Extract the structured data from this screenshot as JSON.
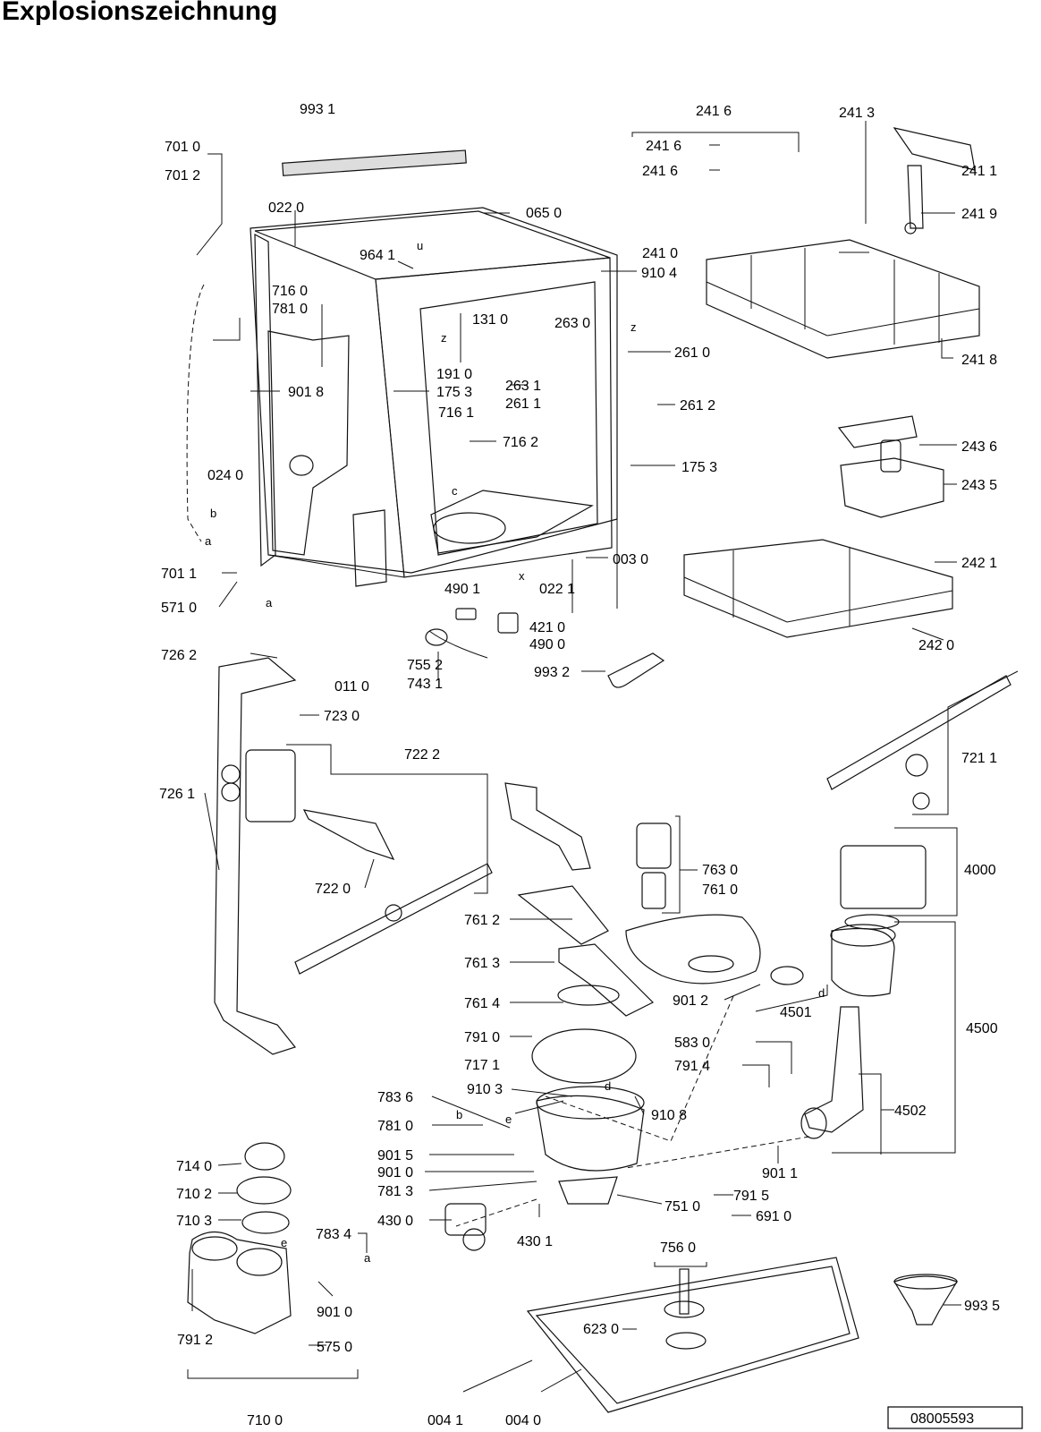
{
  "title": "Explosionszeichnung",
  "document_number": "08005593",
  "labels": {
    "l9931": "993 1",
    "l7010": "701 0",
    "l7012": "701 2",
    "l0220": "022 0",
    "l0650": "065 0",
    "l9641": "964 1",
    "l9104": "910 4",
    "l7160": "716 0",
    "l7810": "781 0",
    "l1310": "131 0",
    "l2630": "263 0",
    "l2610": "261 0",
    "l9018": "901 8",
    "l1910": "191 0",
    "l1753a": "175 3",
    "l2631": "263 1",
    "l2611": "261 1",
    "l2612": "261 2",
    "l7161": "716 1",
    "l7162": "716 2",
    "l0240": "024 0",
    "l1753b": "175 3",
    "l7011": "701 1",
    "l0030": "003 0",
    "l5710": "571 0",
    "l4901": "490 1",
    "l0221": "022 1",
    "l4210": "421 0",
    "l4900": "490 0",
    "l7262": "726 2",
    "l7552": "755 2",
    "l0110": "011 0",
    "l7431": "743 1",
    "l9932": "993 2",
    "l7230": "723 0",
    "l2416a": "241 6",
    "l2416b": "241 6",
    "l2416c": "241 6",
    "l2413": "241 3",
    "l2411": "241 1",
    "l2419": "241 9",
    "l2410": "241 0",
    "l2418": "241 8",
    "l2436": "243 6",
    "l2435": "243 5",
    "l2421": "242 1",
    "l2420": "242 0",
    "l7222": "722 2",
    "l7261": "726 1",
    "l7220": "722 0",
    "l7211": "721 1",
    "l7630": "763 0",
    "l7610": "761 0",
    "l4000": "4000",
    "l7612": "761 2",
    "l7613": "761 3",
    "l7614": "761 4",
    "l9012": "901 2",
    "l4501": "4501",
    "l4500": "4500",
    "l7910": "791 0",
    "l5830": "583 0",
    "l7914": "791 4",
    "l7171": "717 1",
    "l9103": "910 3",
    "l7836": "783 6",
    "l9108": "910 8",
    "l7810b": "781 0",
    "l4502": "4502",
    "l9015": "901 5",
    "l9010": "901 0",
    "l7813": "781 3",
    "l9011": "901 1",
    "l7140": "714 0",
    "l7102": "710 2",
    "l7510": "751 0",
    "l7915": "791 5",
    "l7103": "710 3",
    "l4300": "430 0",
    "l6910": "691 0",
    "l7834": "783 4",
    "l4301": "430 1",
    "l7560": "756 0",
    "l9010b": "901 0",
    "l6230": "623 0",
    "l9935": "993 5",
    "l7912": "791 2",
    "l5750": "575 0",
    "l0041": "004 1",
    "l0040": "004 0",
    "l7100": "710 0"
  },
  "markers": {
    "a1": "a",
    "b1": "b",
    "a2": "a",
    "u1": "u",
    "z1": "z",
    "z2": "z",
    "c1": "c",
    "x1": "x",
    "d1": "d",
    "d2": "d",
    "b2": "b",
    "e1": "e",
    "e2": "e",
    "a3": "a"
  }
}
